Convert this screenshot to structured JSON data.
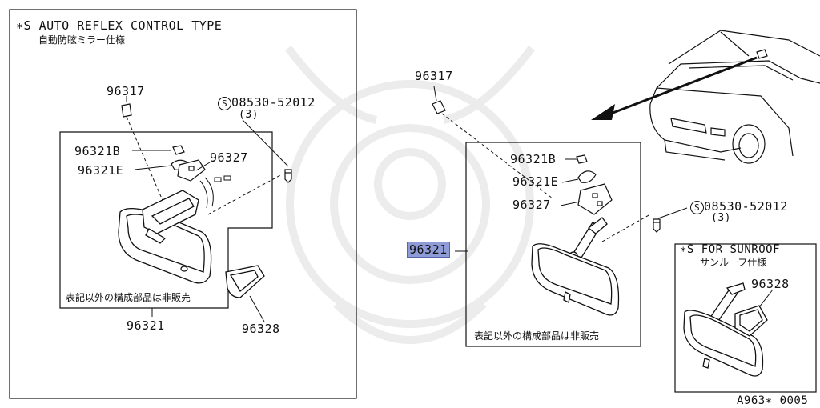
{
  "left_panel": {
    "title": "∗S  AUTO REFLEX CONTROL TYPE",
    "subtitle_jp": "自動防眩ミラー仕様",
    "labels": {
      "p96317": "96317",
      "p96321B": "96321B",
      "p96321E": "96321E",
      "p96327": "96327",
      "screw_code": "08530-52012",
      "screw_qty": "(3)",
      "p96321": "96321",
      "p96328": "96328",
      "note_jp": "表記以外の構成部品は非販売"
    }
  },
  "right_panel": {
    "labels": {
      "p96317": "96317",
      "p96321B": "96321B",
      "p96321E": "96321E",
      "p96327": "96327",
      "p96321_highlight": "96321",
      "screw_code": "08530-52012",
      "screw_qty": "(3)",
      "note_jp": "表記以外の構成部品は非販売"
    }
  },
  "sunroof_inset": {
    "title": "∗S  FOR SUNROOF",
    "subtitle_jp": "サンルーフ仕様",
    "p96328": "96328"
  },
  "screw_symbol": "S",
  "figure_code": "A963∗ 0005",
  "colors": {
    "line": "#111111",
    "highlight": "#8f9bd6",
    "watermark": "#e9e9e9"
  }
}
